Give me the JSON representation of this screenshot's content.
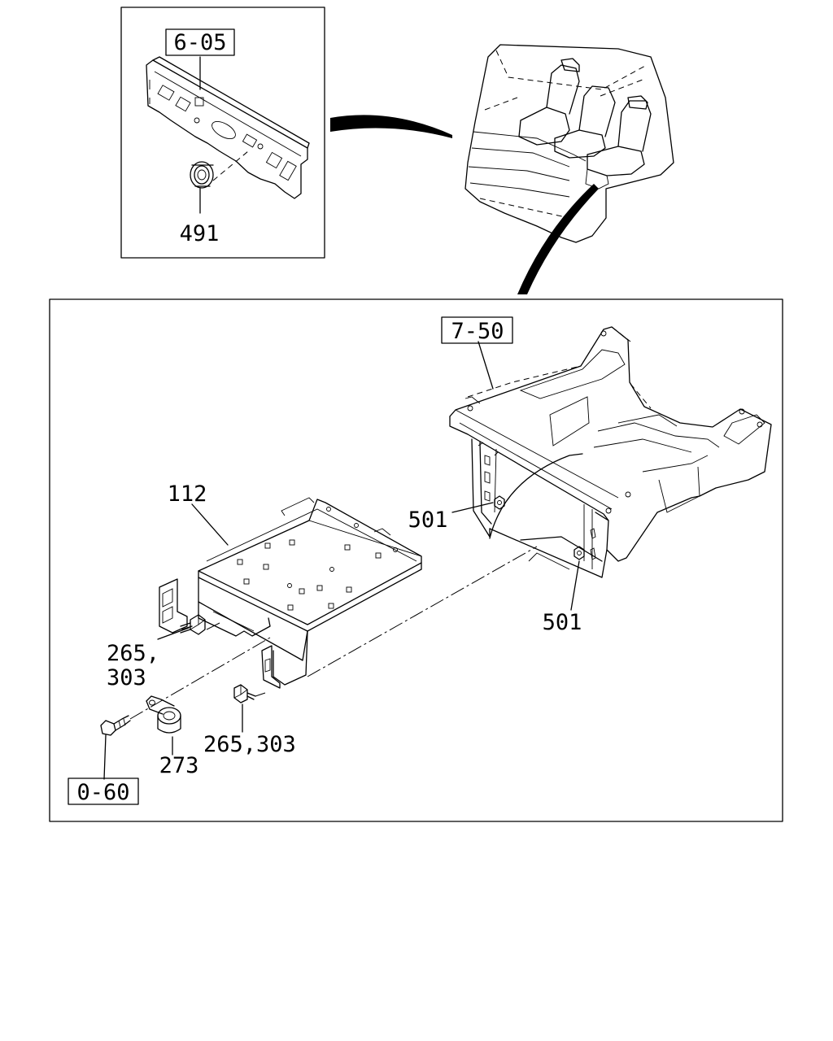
{
  "callouts": {
    "ref_605": "6-05",
    "ref_750": "7-50",
    "ref_060": "0-60",
    "part_491": "491",
    "part_112": "112",
    "part_501_a": "501",
    "part_501_b": "501",
    "part_265_303_a_line1": "265,",
    "part_265_303_a_line2": "303",
    "part_265_303_b": "265,303",
    "part_273": "273"
  },
  "colors": {
    "ink": "#000000",
    "paper": "#ffffff"
  }
}
